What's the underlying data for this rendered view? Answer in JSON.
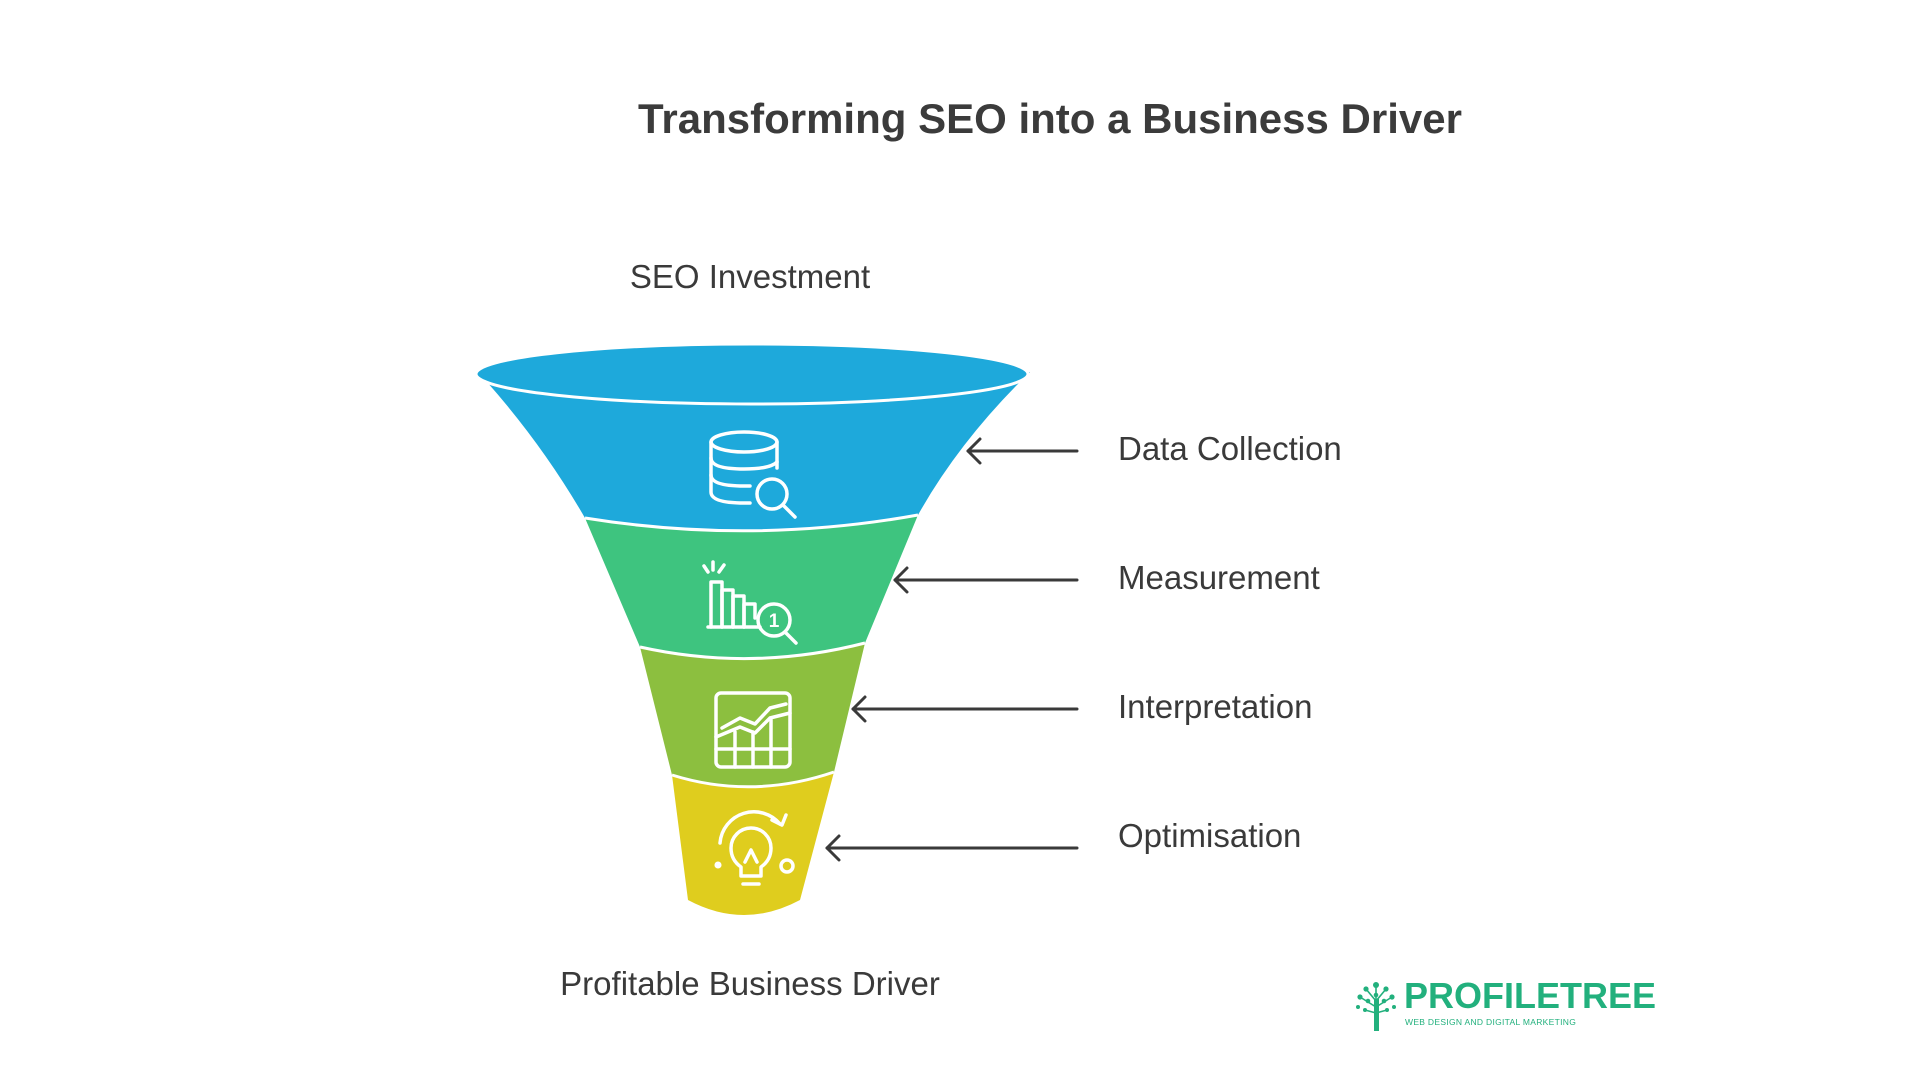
{
  "title": "Transforming SEO into a Business Driver",
  "funnel": {
    "top_label": "SEO Investment",
    "bottom_label": "Profitable Business Driver",
    "stages": [
      {
        "label": "Data Collection",
        "icon": "database-search-icon",
        "color": "#1ea9db"
      },
      {
        "label": "Measurement",
        "icon": "bar-chart-magnifier-icon",
        "color": "#3ec47f"
      },
      {
        "label": "Interpretation",
        "icon": "grid-line-chart-icon",
        "color": "#8cbf3f"
      },
      {
        "label": "Optimisation",
        "icon": "lightbulb-refresh-icon",
        "color": "#dfcd1e"
      }
    ]
  },
  "logo": {
    "name": "PROFILETREE",
    "tagline": "WEB DESIGN AND DIGITAL MARKETING",
    "color": "#22b07d"
  }
}
